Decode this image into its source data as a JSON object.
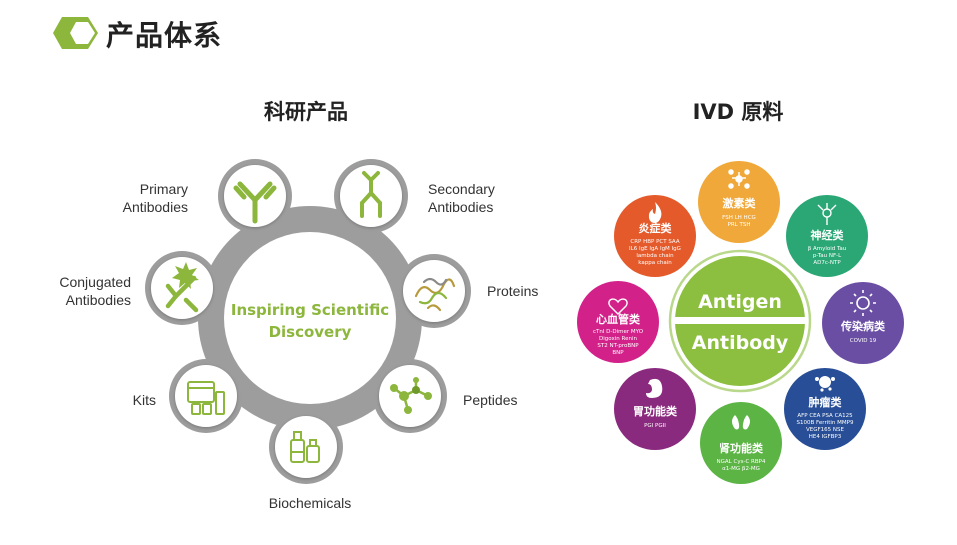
{
  "page": {
    "title": "产品体系"
  },
  "left": {
    "title": "科研产品",
    "center_line1": "Inspiring Scientific",
    "center_line2": "Discovery",
    "items": [
      {
        "label_lines": [
          "Primary",
          "Antibodies"
        ],
        "icon": "antibody-icon"
      },
      {
        "label_lines": [
          "Secondary",
          "Antibodies"
        ],
        "icon": "secondary-antibody-icon"
      },
      {
        "label_lines": [
          "Proteins"
        ],
        "icon": "protein-icon"
      },
      {
        "label_lines": [
          "Peptides"
        ],
        "icon": "peptide-molecule-icon"
      },
      {
        "label_lines": [
          "Biochemicals"
        ],
        "icon": "biochemical-bottles-icon"
      },
      {
        "label_lines": [
          "Kits"
        ],
        "icon": "kit-box-icon"
      },
      {
        "label_lines": [
          "Conjugated",
          "Antibodies"
        ],
        "icon": "conjugated-antibody-icon"
      }
    ],
    "colors": {
      "accent": "#8cb63c",
      "ring": "#9d9d9d",
      "node_fill": "#ffffff"
    }
  },
  "right": {
    "title": "IVD 原料",
    "center_line1": "Antigen",
    "center_line2": "Antibody",
    "center_color": "#8cbe3f",
    "circles": [
      {
        "name": "激素类",
        "lines": [
          "FSH  LH  HCG",
          "PRL  TSH"
        ],
        "color": "#f0a83a",
        "icon": "molecule-icon"
      },
      {
        "name": "神经类",
        "lines": [
          "β Amyloid  Tau",
          "p-Tau  NF-L",
          "AD7c-NTP"
        ],
        "color": "#2aa775",
        "icon": "neuron-icon"
      },
      {
        "name": "传染病类",
        "lines": [
          "COVID 19"
        ],
        "color": "#6a4ea3",
        "icon": "virus-icon"
      },
      {
        "name": "肿瘤类",
        "lines": [
          "AFP  CEA  PSA  CA125",
          "S100B  Ferritin  MMP9",
          "VEGF165  NSE",
          "HE4  IGFBP3"
        ],
        "color": "#274e96",
        "icon": "tumor-cell-icon"
      },
      {
        "name": "肾功能类",
        "lines": [
          "NGAL  Cys-C  RBP4",
          "α1-MG  β2-MG"
        ],
        "color": "#5bb444",
        "icon": "kidney-icon"
      },
      {
        "name": "胃功能类",
        "lines": [
          "PGI  PGII"
        ],
        "color": "#8a2a7e",
        "icon": "stomach-icon"
      },
      {
        "name": "心血管类",
        "lines": [
          "cTnI  D-Dimer  MYO",
          "Digoxin  Renin",
          "ST2  NT-proBNP",
          "BNP"
        ],
        "color": "#d2228a",
        "icon": "heart-icon"
      },
      {
        "name": "炎症类",
        "lines": [
          "CRP  HBP  PCT  SAA",
          "IL6  IgE  IgA  IgM  IgG",
          "lambda chain",
          "kappa chain"
        ],
        "color": "#e45a2b",
        "icon": "flame-icon"
      }
    ]
  }
}
